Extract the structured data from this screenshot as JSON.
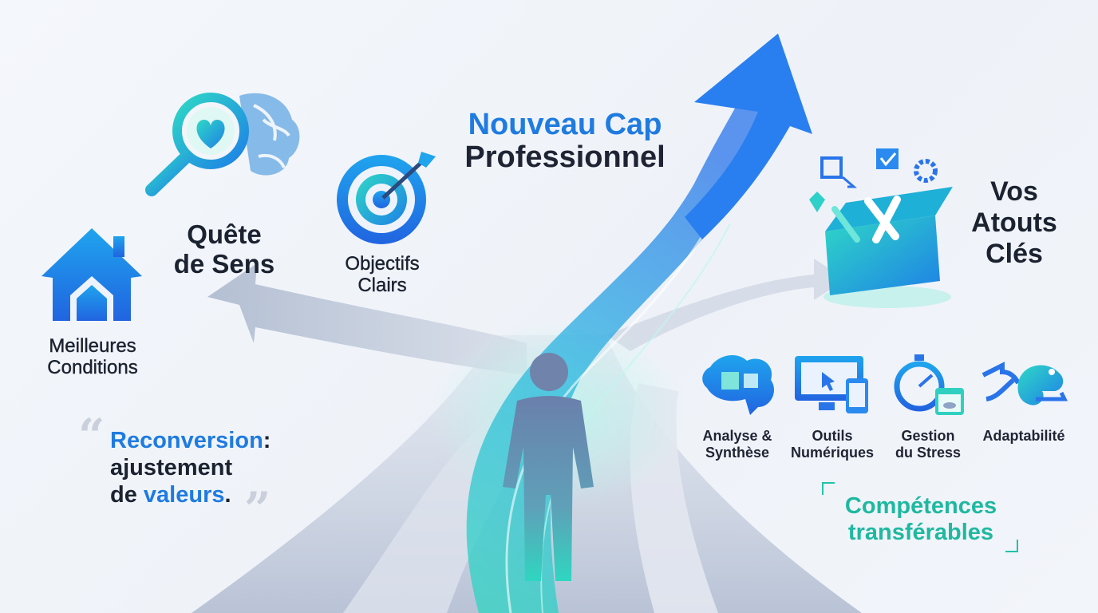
{
  "title": {
    "line1": "Nouveau Cap",
    "line2": "Professionnel"
  },
  "labels": {
    "quete": [
      "Quête",
      "de Sens"
    ],
    "objectifs": [
      "Objectifs",
      "Clairs"
    ],
    "meilleures": [
      "Meilleures",
      "Conditions"
    ],
    "vos_atouts": [
      "Vos",
      "Atouts",
      "Clés"
    ]
  },
  "skills": [
    {
      "line1": "Analyse &",
      "line2": "Synthèse",
      "icon": "brain-puzzle-icon"
    },
    {
      "line1": "Outils",
      "line2": "Numériques",
      "icon": "devices-icon"
    },
    {
      "line1": "Gestion",
      "line2": "du Stress",
      "icon": "stopwatch-calendar-icon"
    },
    {
      "line1": "Adaptabilité",
      "line2": "",
      "icon": "chameleon-icon"
    }
  ],
  "quote": {
    "word1": "Reconversion",
    "colon": ":",
    "line2": "ajustement",
    "line3_prefix": "de ",
    "word2": "valeurs",
    "end": ".",
    "open_mark": "“",
    "close_mark": "”"
  },
  "competences": [
    "Compétences",
    "transférables"
  ],
  "icons": {
    "quete": "magnifier-heart-brain-icon",
    "objectifs": "target-arrow-icon",
    "meilleures": "house-icon",
    "atouts": "toolbox-icon",
    "person": "person-icon",
    "arrow": "upward-arrow-icon"
  },
  "colors": {
    "blue": "#1f7be0",
    "teal": "#1fc4a8",
    "dark": "#1e2433",
    "road": "#cdd4e1",
    "person": "#6f86ad"
  }
}
